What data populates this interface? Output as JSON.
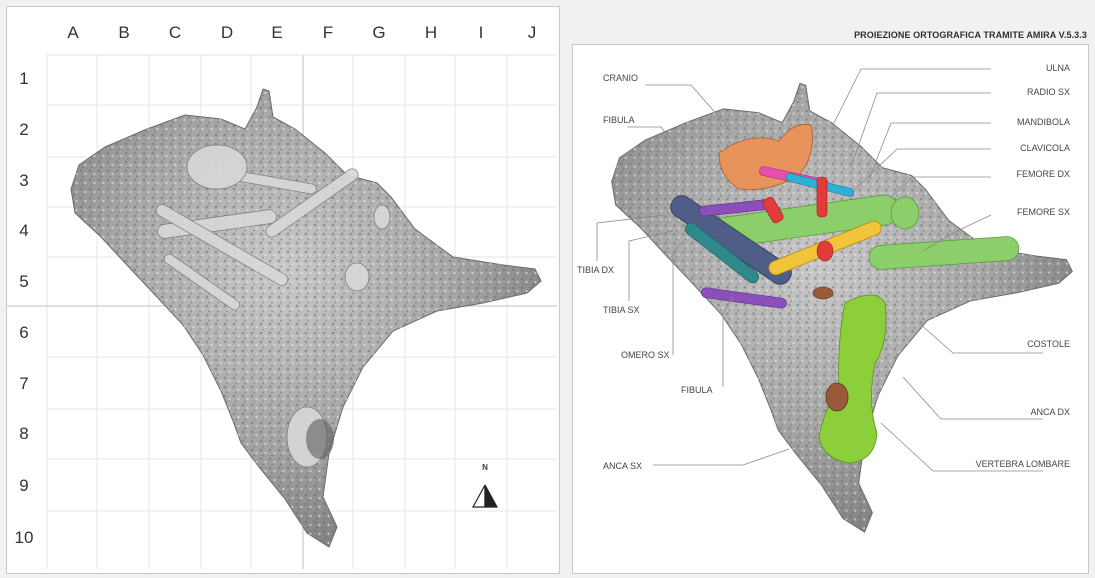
{
  "columns": [
    "A",
    "B",
    "C",
    "D",
    "E",
    "F",
    "G",
    "H",
    "I",
    "J"
  ],
  "rows": [
    "1",
    "2",
    "3",
    "4",
    "5",
    "6",
    "7",
    "8",
    "9",
    "10"
  ],
  "north_label": "N",
  "title": "PROIEZIONE ORTOGRAFICA TRAMITE AMIRA V.5.3.3",
  "labels": {
    "cranio": "CRANIO",
    "fibula_top": "FIBULA",
    "tibia_dx": "TIBIA DX",
    "tibia_sx": "TIBIA SX",
    "omero_sx": "OMERO SX",
    "fibula_bottom": "FIBULA",
    "anca_sx": "ANCA SX",
    "ulna": "ULNA",
    "radio_sx": "RADIO SX",
    "mandibola": "MANDIBOLA",
    "clavicola": "CLAVICOLA",
    "femore_dx": "FEMORE DX",
    "femore_sx": "FEMORE SX",
    "costole": "COSTOLE",
    "anca_dx": "ANCA DX",
    "vertebra_lombare": "VERTEBRA LOMBARE"
  },
  "colors": {
    "cranio": "#e8925c",
    "femore": "#8ccf6a",
    "omero": "#4f5e86",
    "tibia": "#2e8a8a",
    "fibula": "#8a4fb8",
    "radio": "#e33b3b",
    "ulna": "#e64fb0",
    "clavicola": "#f0c53a",
    "mandibola": "#2bb0d8",
    "anca": "#8ccf3a",
    "vertebra": "#9a5a3a",
    "rock": "#a9a9a9"
  }
}
